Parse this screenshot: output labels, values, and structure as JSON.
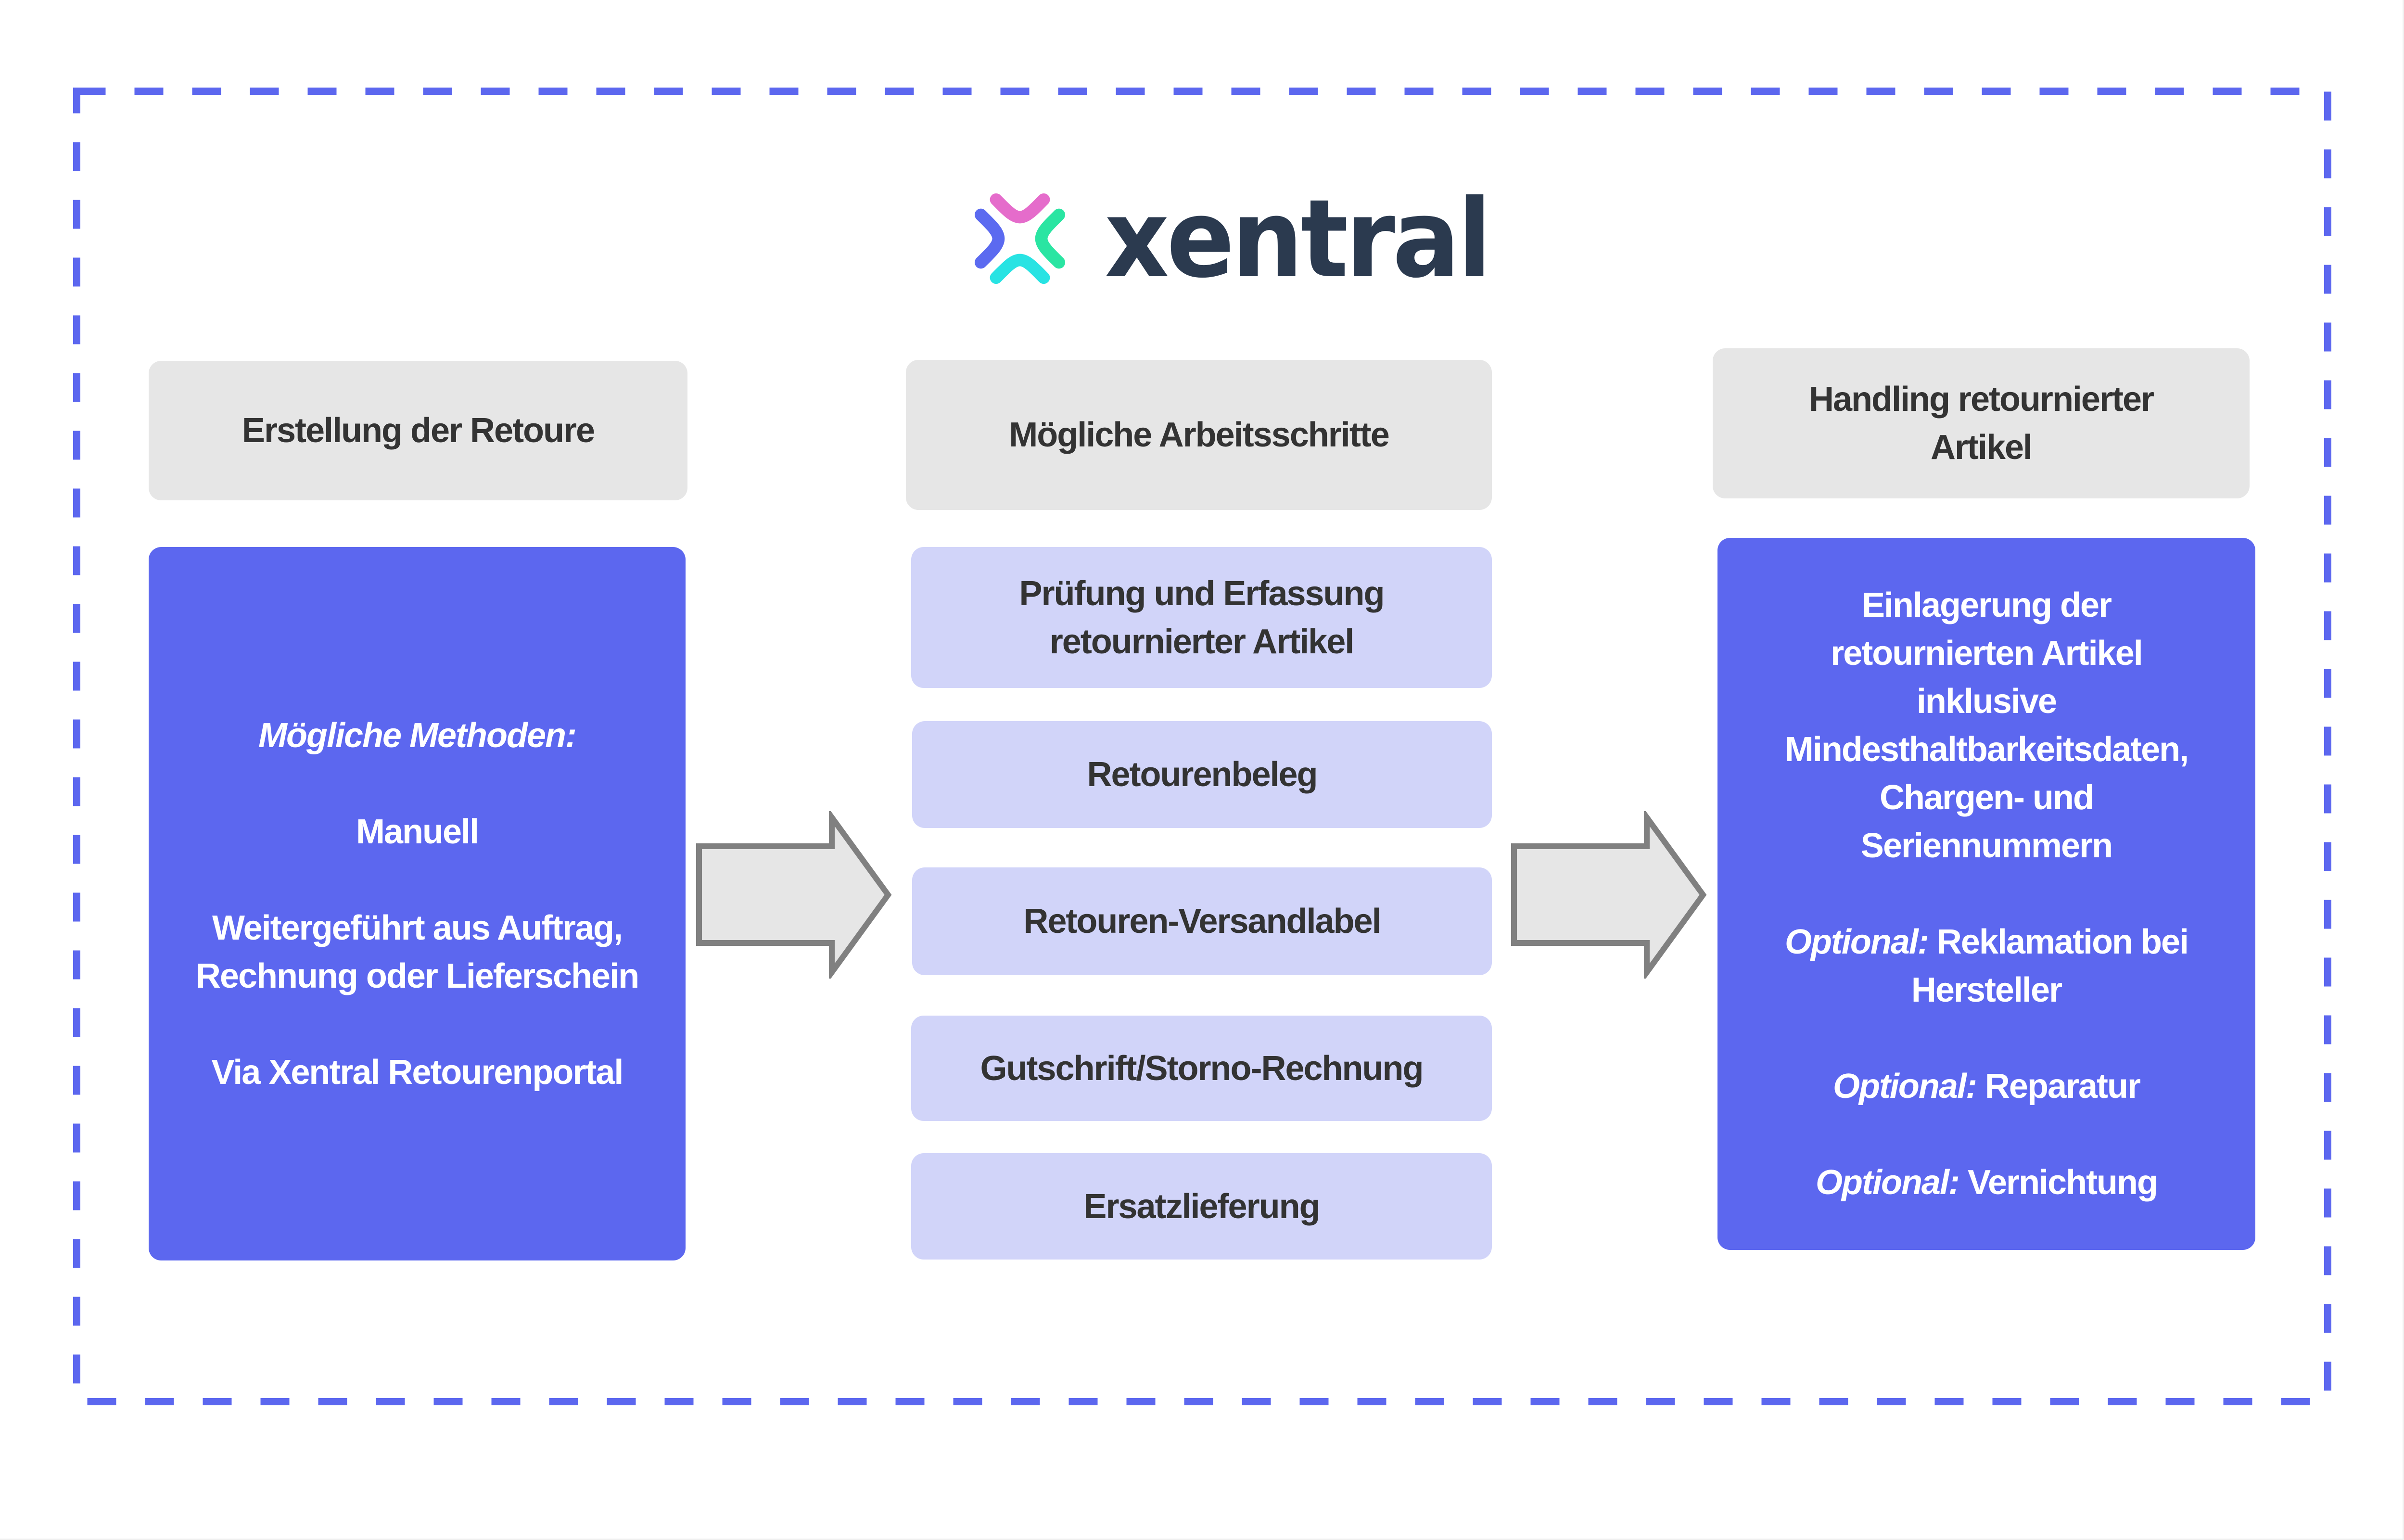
{
  "brand": {
    "name": "xentral",
    "colors": {
      "frame": "#5c67ef",
      "primary_box": "#5c67ef",
      "step_box": "#d1d4f9",
      "header_box": "#e6e6e6",
      "arrow_fill": "#e6e6e6",
      "arrow_stroke": "#808080",
      "wordmark": "#2b3a4f",
      "logo_pink": "#e56ccb",
      "logo_blue": "#5b6af0",
      "logo_green": "#2ae5a2",
      "logo_cyan": "#28e3e3"
    }
  },
  "columns": [
    {
      "header": "Erstellung der Retoure",
      "content": {
        "lines": [
          {
            "text": "Mögliche Methoden:",
            "emphasis": "italic"
          },
          {
            "text": ""
          },
          {
            "text": "Manuell"
          },
          {
            "text": ""
          },
          {
            "text": "Weitergeführt aus Auftrag,"
          },
          {
            "text": "Rechnung oder Lieferschein"
          },
          {
            "text": ""
          },
          {
            "text": "Via Xentral Retourenportal"
          }
        ]
      }
    },
    {
      "header": "Mögliche Arbeitsschritte",
      "steps": [
        {
          "line1": "Prüfung und Erfassung",
          "line2": "retournierter Artikel"
        },
        {
          "line1": "Retourenbeleg"
        },
        {
          "line1": "Retouren-Versandlabel"
        },
        {
          "line1": "Gutschrift/Storno-Rechnung"
        },
        {
          "line1": "Ersatzlieferung"
        }
      ]
    },
    {
      "header_line1": "Handling retournierter",
      "header_line2": "Artikel",
      "content": {
        "lines": [
          {
            "text": "Einlagerung der"
          },
          {
            "text": "retournierten Artikel"
          },
          {
            "text": "inklusive"
          },
          {
            "text": "Mindesthaltbarkeitsdaten,"
          },
          {
            "text": "Chargen- und"
          },
          {
            "text": "Seriennummern"
          },
          {
            "text": ""
          },
          {
            "prefix": "Optional:",
            "text": " Reklamation bei"
          },
          {
            "text": "Hersteller"
          },
          {
            "text": ""
          },
          {
            "prefix": "Optional:",
            "text": " Reparatur"
          },
          {
            "text": ""
          },
          {
            "prefix": "Optional:",
            "text": " Vernichtung"
          }
        ]
      }
    }
  ],
  "arrows": [
    {
      "from": "Erstellung der Retoure",
      "to": "Mögliche Arbeitsschritte",
      "direction": "right"
    },
    {
      "from": "Mögliche Arbeitsschritte",
      "to": "Handling retournierter Artikel",
      "direction": "right"
    }
  ]
}
